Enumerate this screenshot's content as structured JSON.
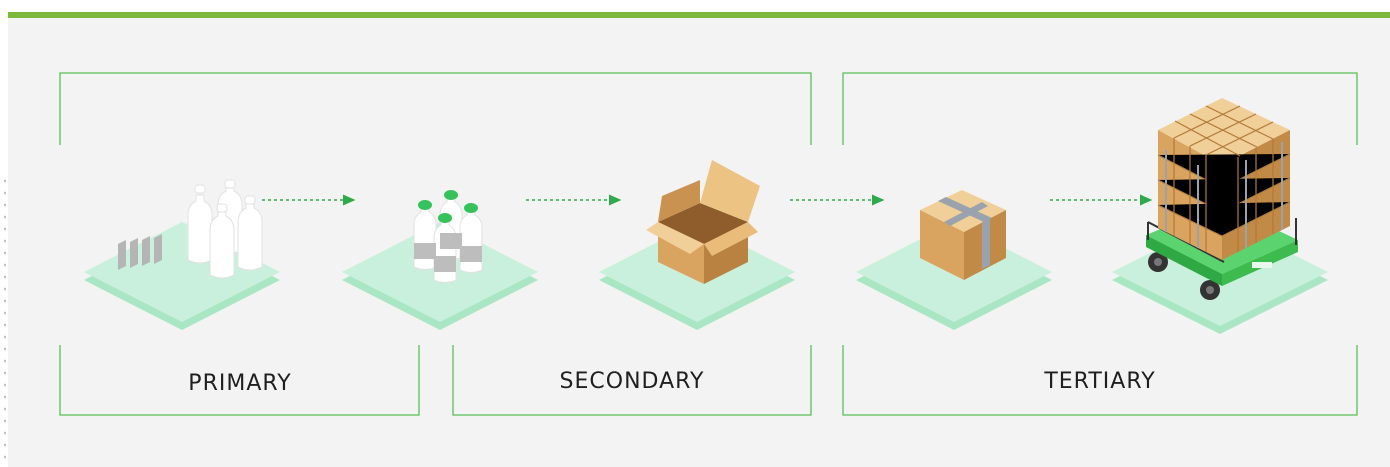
{
  "stages": [
    {
      "label": "PRIMARY"
    },
    {
      "label": "SECONDARY"
    },
    {
      "label": "TERTIARY"
    }
  ],
  "platform_items": [
    {
      "icon": "milk-bottles-with-labels-icon"
    },
    {
      "icon": "bottles-group-green-caps-icon"
    },
    {
      "icon": "open-cardboard-box-icon"
    },
    {
      "icon": "taped-cardboard-box-icon"
    },
    {
      "icon": "pallet-cart-loaded-boxes-icon"
    }
  ],
  "colors": {
    "accent": "#7cb83a",
    "bracket": "#5bbf5a",
    "arrow": "#2eaa4a",
    "platform": "#c9f0dc",
    "cardboard": "#d9a45f",
    "cart": "#3dbb4f"
  }
}
